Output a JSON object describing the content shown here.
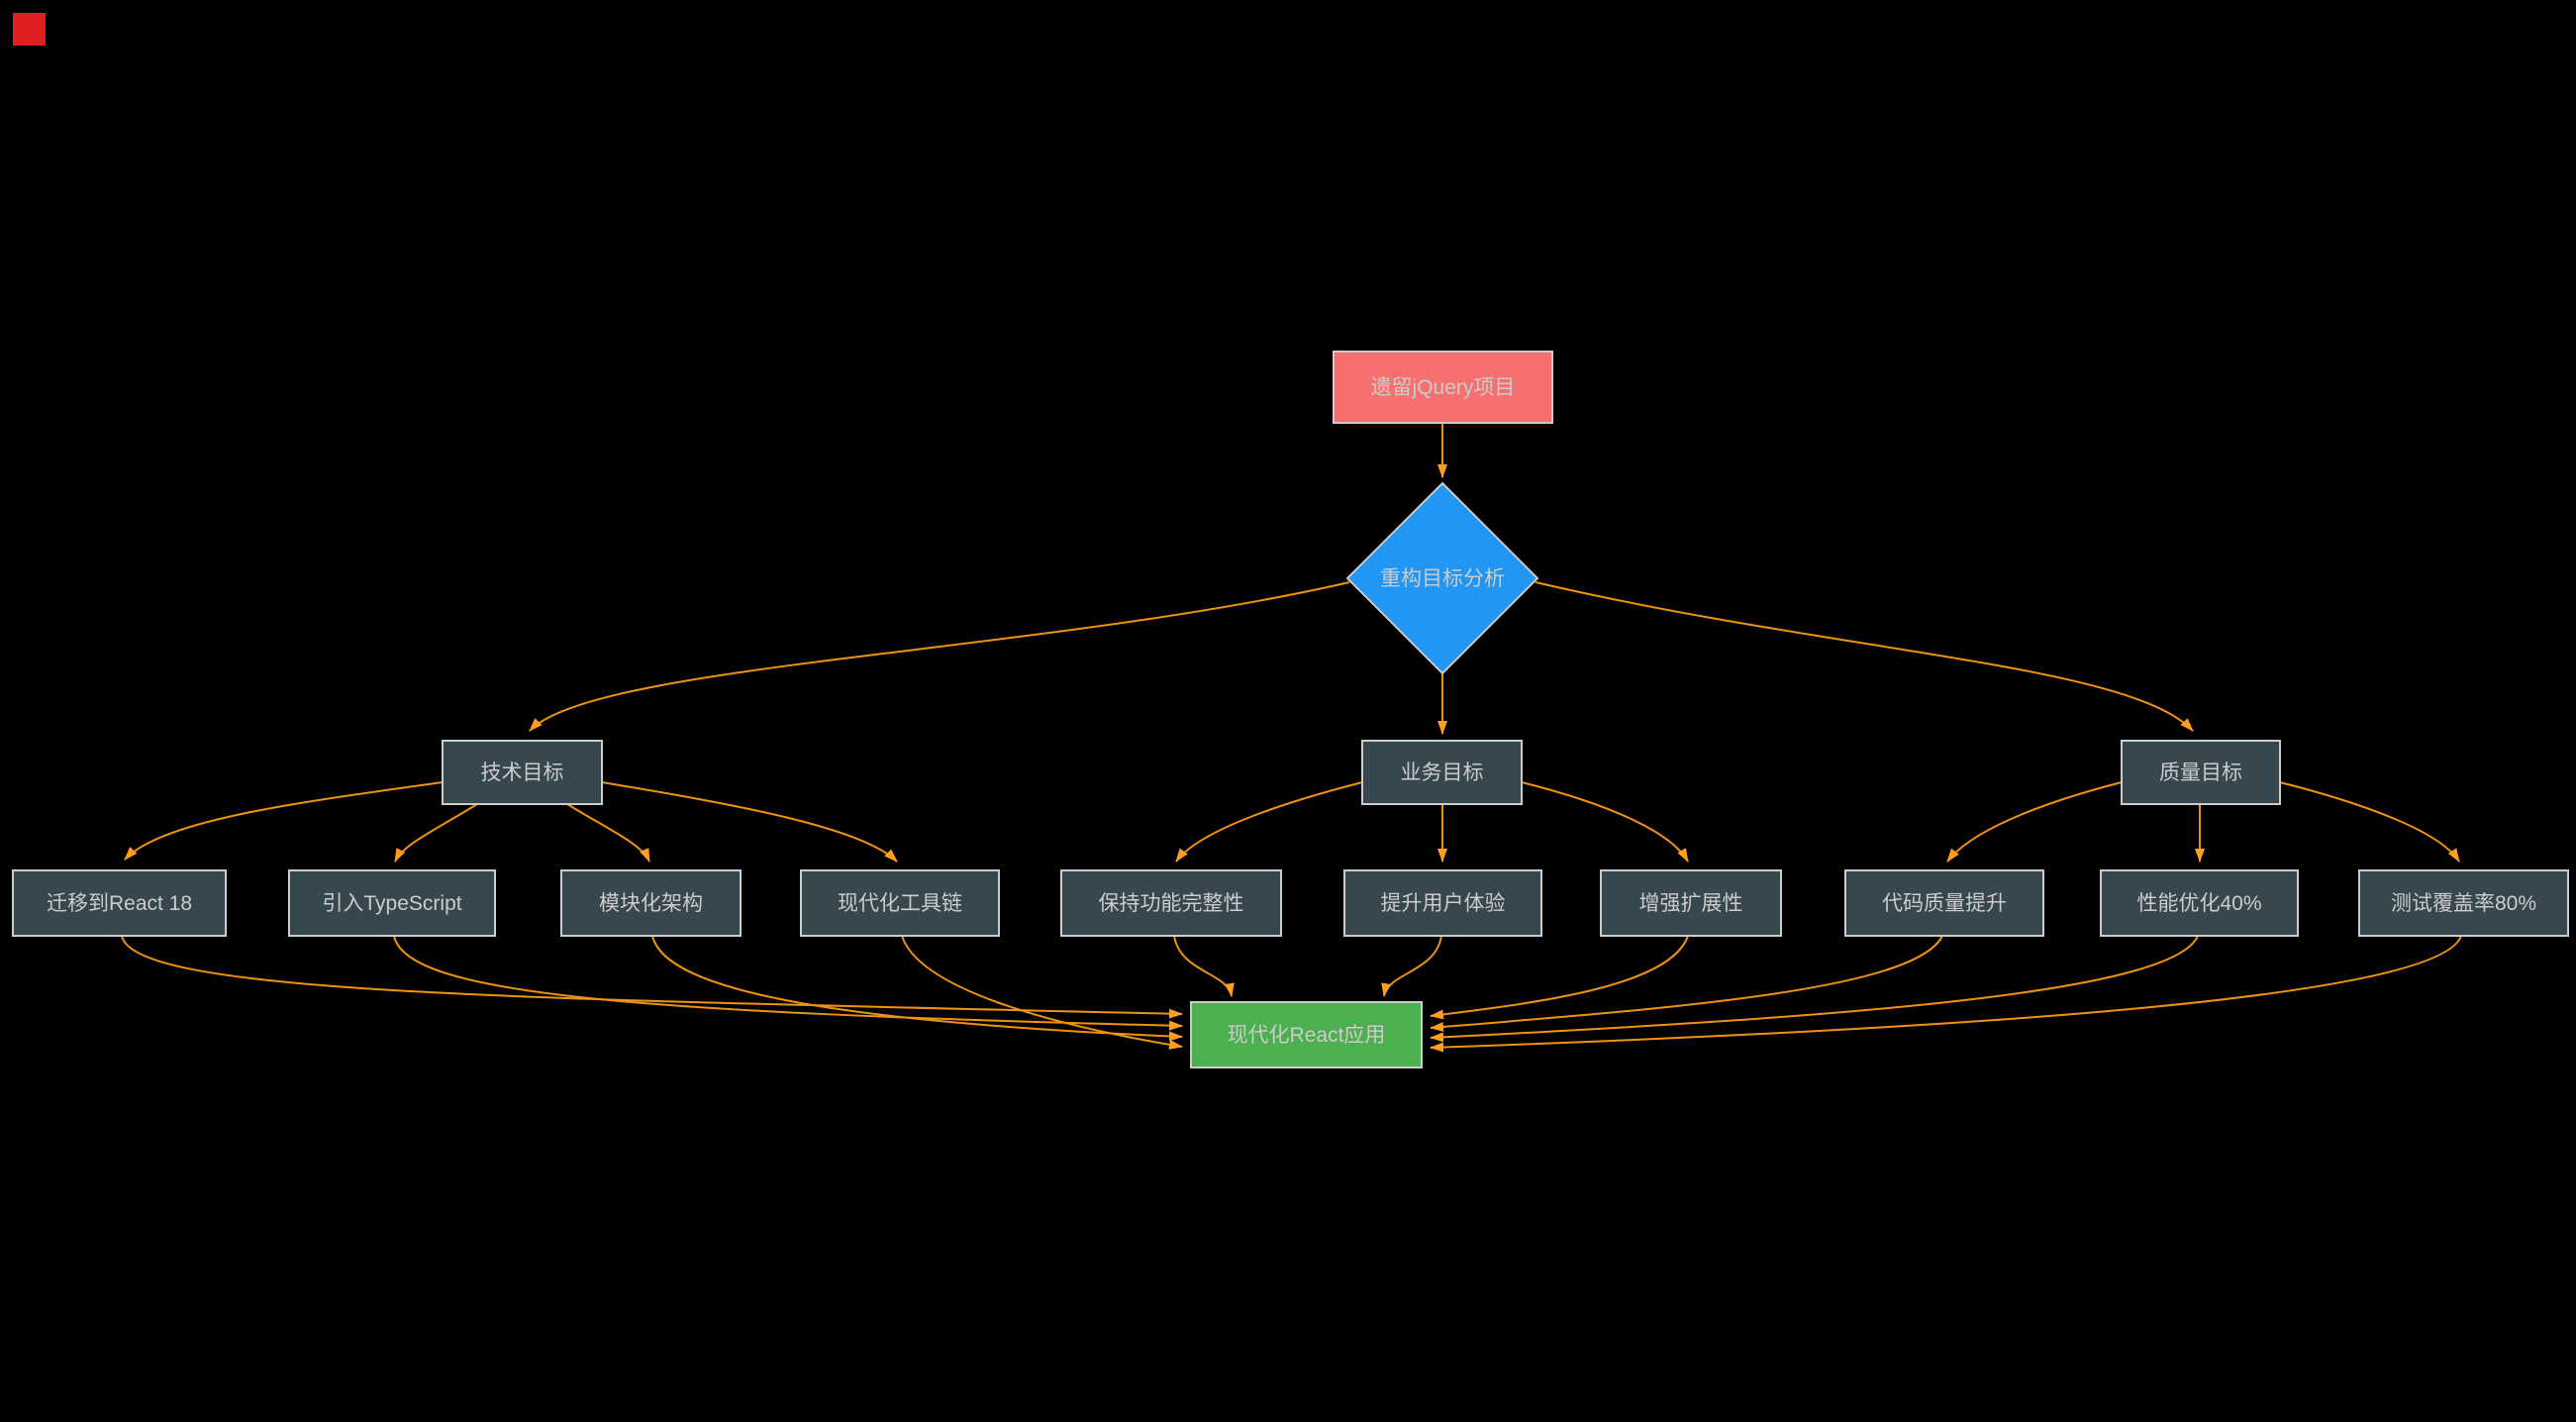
{
  "diagram": {
    "type": "flowchart",
    "direction": "top-down"
  },
  "colors": {
    "background": "#000000",
    "legacy_node": "#f77070",
    "decision_node": "#2196f3",
    "category_node": "#37474f",
    "leaf_node": "#37474f",
    "result_node": "#4caf50",
    "node_border": "#cccccc",
    "node_text": "#cccccc",
    "edge": "#ee930f",
    "arrowhead": "#ff9e1f",
    "corner_marker": "#e02020"
  },
  "nodes": {
    "legacy": {
      "label": "遗留jQuery项目",
      "shape": "rect"
    },
    "decision": {
      "label": "重构目标分析",
      "shape": "diamond"
    },
    "tech": {
      "label": "技术目标",
      "shape": "rect"
    },
    "business": {
      "label": "业务目标",
      "shape": "rect"
    },
    "quality": {
      "label": "质量目标",
      "shape": "rect"
    },
    "react18": {
      "label": "迁移到React 18",
      "shape": "rect"
    },
    "typescript": {
      "label": "引入TypeScript",
      "shape": "rect"
    },
    "modular": {
      "label": "模块化架构",
      "shape": "rect"
    },
    "toolchain": {
      "label": "现代化工具链",
      "shape": "rect"
    },
    "integrity": {
      "label": "保持功能完整性",
      "shape": "rect"
    },
    "ux": {
      "label": "提升用户体验",
      "shape": "rect"
    },
    "extensibility": {
      "label": "增强扩展性",
      "shape": "rect"
    },
    "code_quality": {
      "label": "代码质量提升",
      "shape": "rect"
    },
    "performance": {
      "label": "性能优化40%",
      "shape": "rect"
    },
    "coverage": {
      "label": "测试覆盖率80%",
      "shape": "rect"
    },
    "result": {
      "label": "现代化React应用",
      "shape": "rect"
    }
  },
  "edges": [
    {
      "from": "legacy",
      "to": "decision"
    },
    {
      "from": "decision",
      "to": "tech"
    },
    {
      "from": "decision",
      "to": "business"
    },
    {
      "from": "decision",
      "to": "quality"
    },
    {
      "from": "tech",
      "to": "react18"
    },
    {
      "from": "tech",
      "to": "typescript"
    },
    {
      "from": "tech",
      "to": "modular"
    },
    {
      "from": "tech",
      "to": "toolchain"
    },
    {
      "from": "business",
      "to": "integrity"
    },
    {
      "from": "business",
      "to": "ux"
    },
    {
      "from": "business",
      "to": "extensibility"
    },
    {
      "from": "quality",
      "to": "code_quality"
    },
    {
      "from": "quality",
      "to": "performance"
    },
    {
      "from": "quality",
      "to": "coverage"
    },
    {
      "from": "react18",
      "to": "result"
    },
    {
      "from": "typescript",
      "to": "result"
    },
    {
      "from": "modular",
      "to": "result"
    },
    {
      "from": "toolchain",
      "to": "result"
    },
    {
      "from": "integrity",
      "to": "result"
    },
    {
      "from": "ux",
      "to": "result"
    },
    {
      "from": "extensibility",
      "to": "result"
    },
    {
      "from": "code_quality",
      "to": "result"
    },
    {
      "from": "performance",
      "to": "result"
    },
    {
      "from": "coverage",
      "to": "result"
    }
  ]
}
